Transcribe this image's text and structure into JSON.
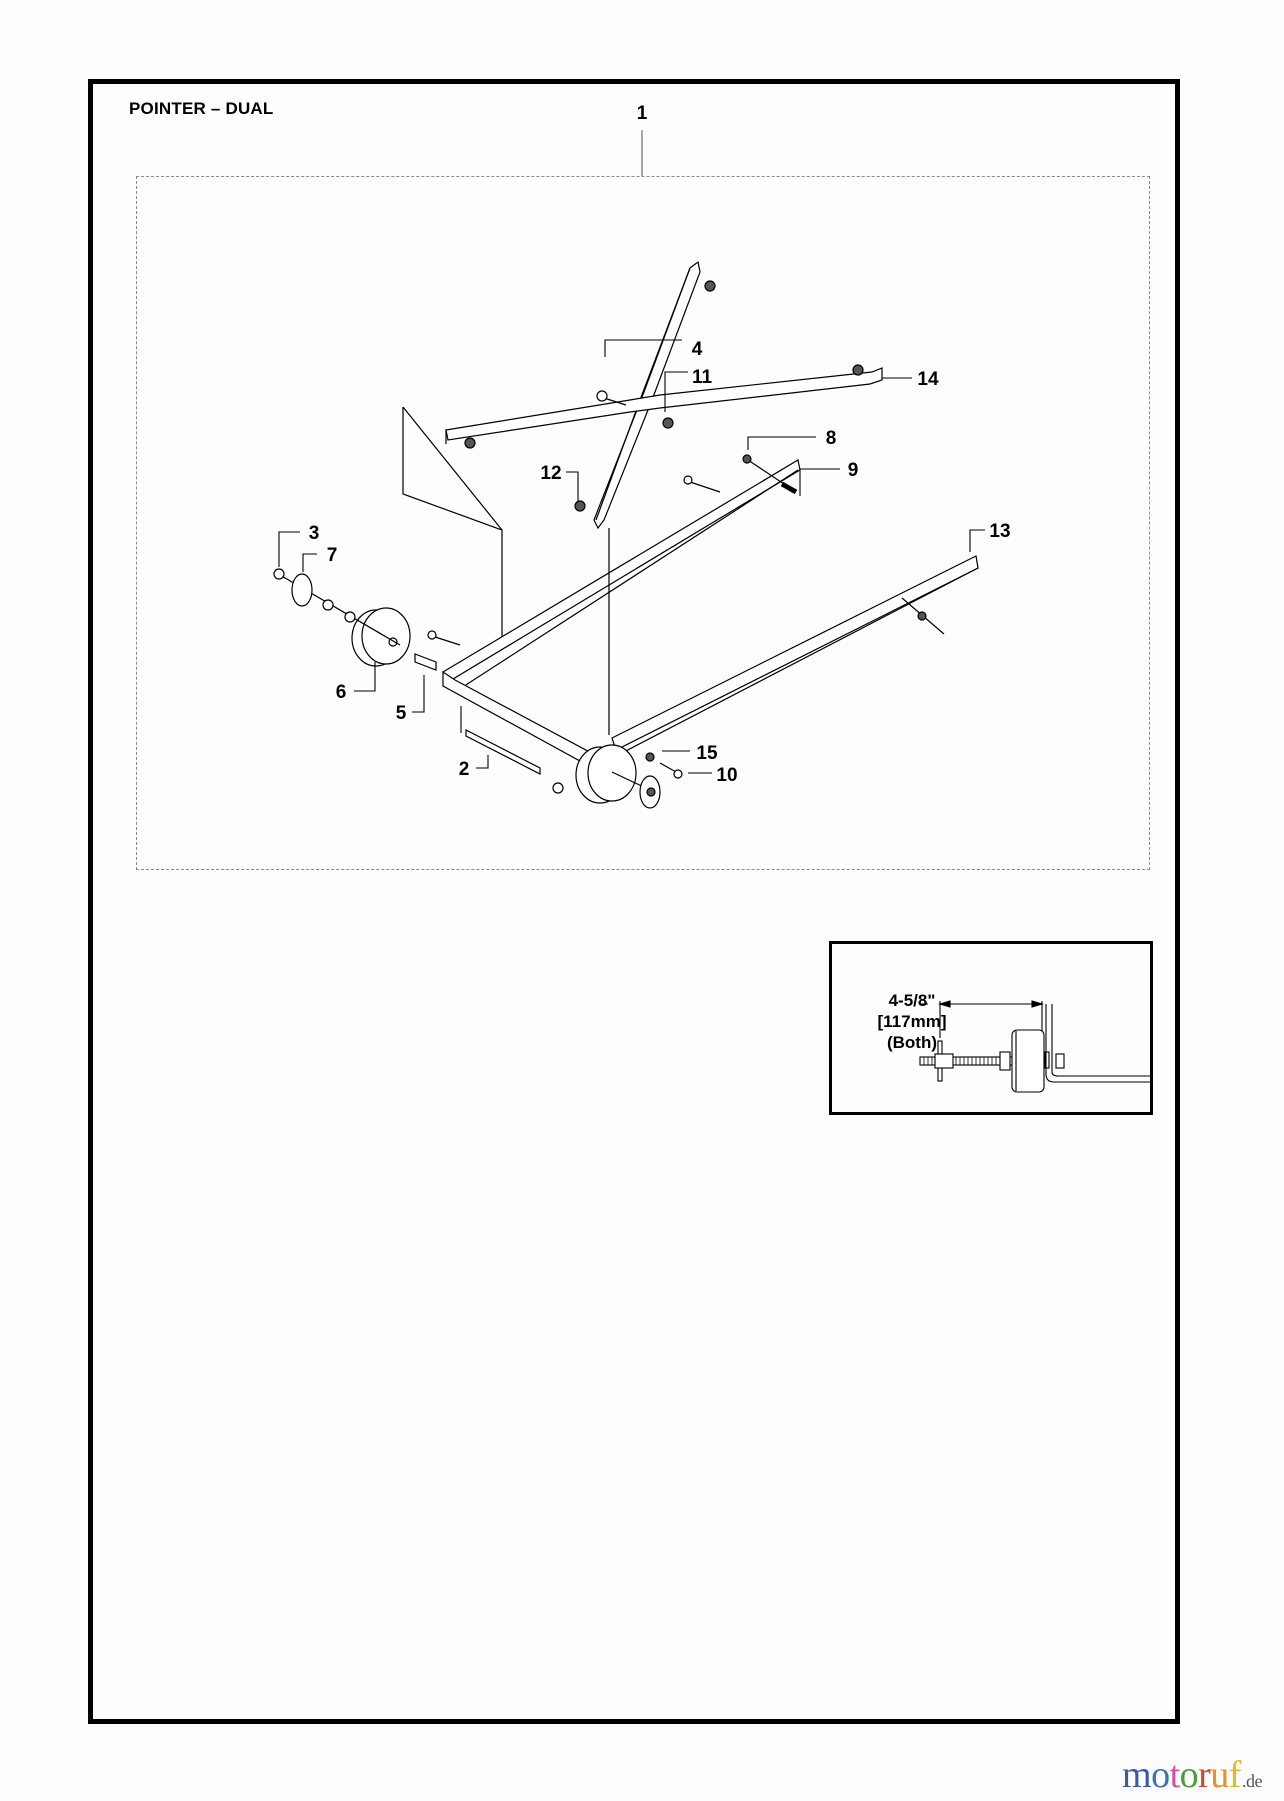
{
  "page": {
    "title": "POINTER – DUAL"
  },
  "assembly": {
    "callout": "1"
  },
  "callouts": [
    {
      "id": "2",
      "label": "2"
    },
    {
      "id": "3",
      "label": "3"
    },
    {
      "id": "4",
      "label": "4"
    },
    {
      "id": "5",
      "label": "5"
    },
    {
      "id": "6",
      "label": "6"
    },
    {
      "id": "7",
      "label": "7"
    },
    {
      "id": "8",
      "label": "8"
    },
    {
      "id": "9",
      "label": "9"
    },
    {
      "id": "10",
      "label": "10"
    },
    {
      "id": "11",
      "label": "11"
    },
    {
      "id": "12",
      "label": "12"
    },
    {
      "id": "13",
      "label": "13"
    },
    {
      "id": "14",
      "label": "14"
    },
    {
      "id": "15",
      "label": "15"
    }
  ],
  "inset": {
    "dimension_line1": "4-5/8\"",
    "dimension_line2": "[117mm]",
    "dimension_line3": "(Both)"
  },
  "watermark": {
    "letters": [
      {
        "ch": "m",
        "color": "#3b5aa6"
      },
      {
        "ch": "o",
        "color": "#3f6fb5"
      },
      {
        "ch": "t",
        "color": "#d9519a"
      },
      {
        "ch": "o",
        "color": "#4a9e3a"
      },
      {
        "ch": "r",
        "color": "#d9452b"
      },
      {
        "ch": "u",
        "color": "#e8912a"
      },
      {
        "ch": "f",
        "color": "#e8b82a"
      }
    ],
    "suffix": ".de"
  }
}
